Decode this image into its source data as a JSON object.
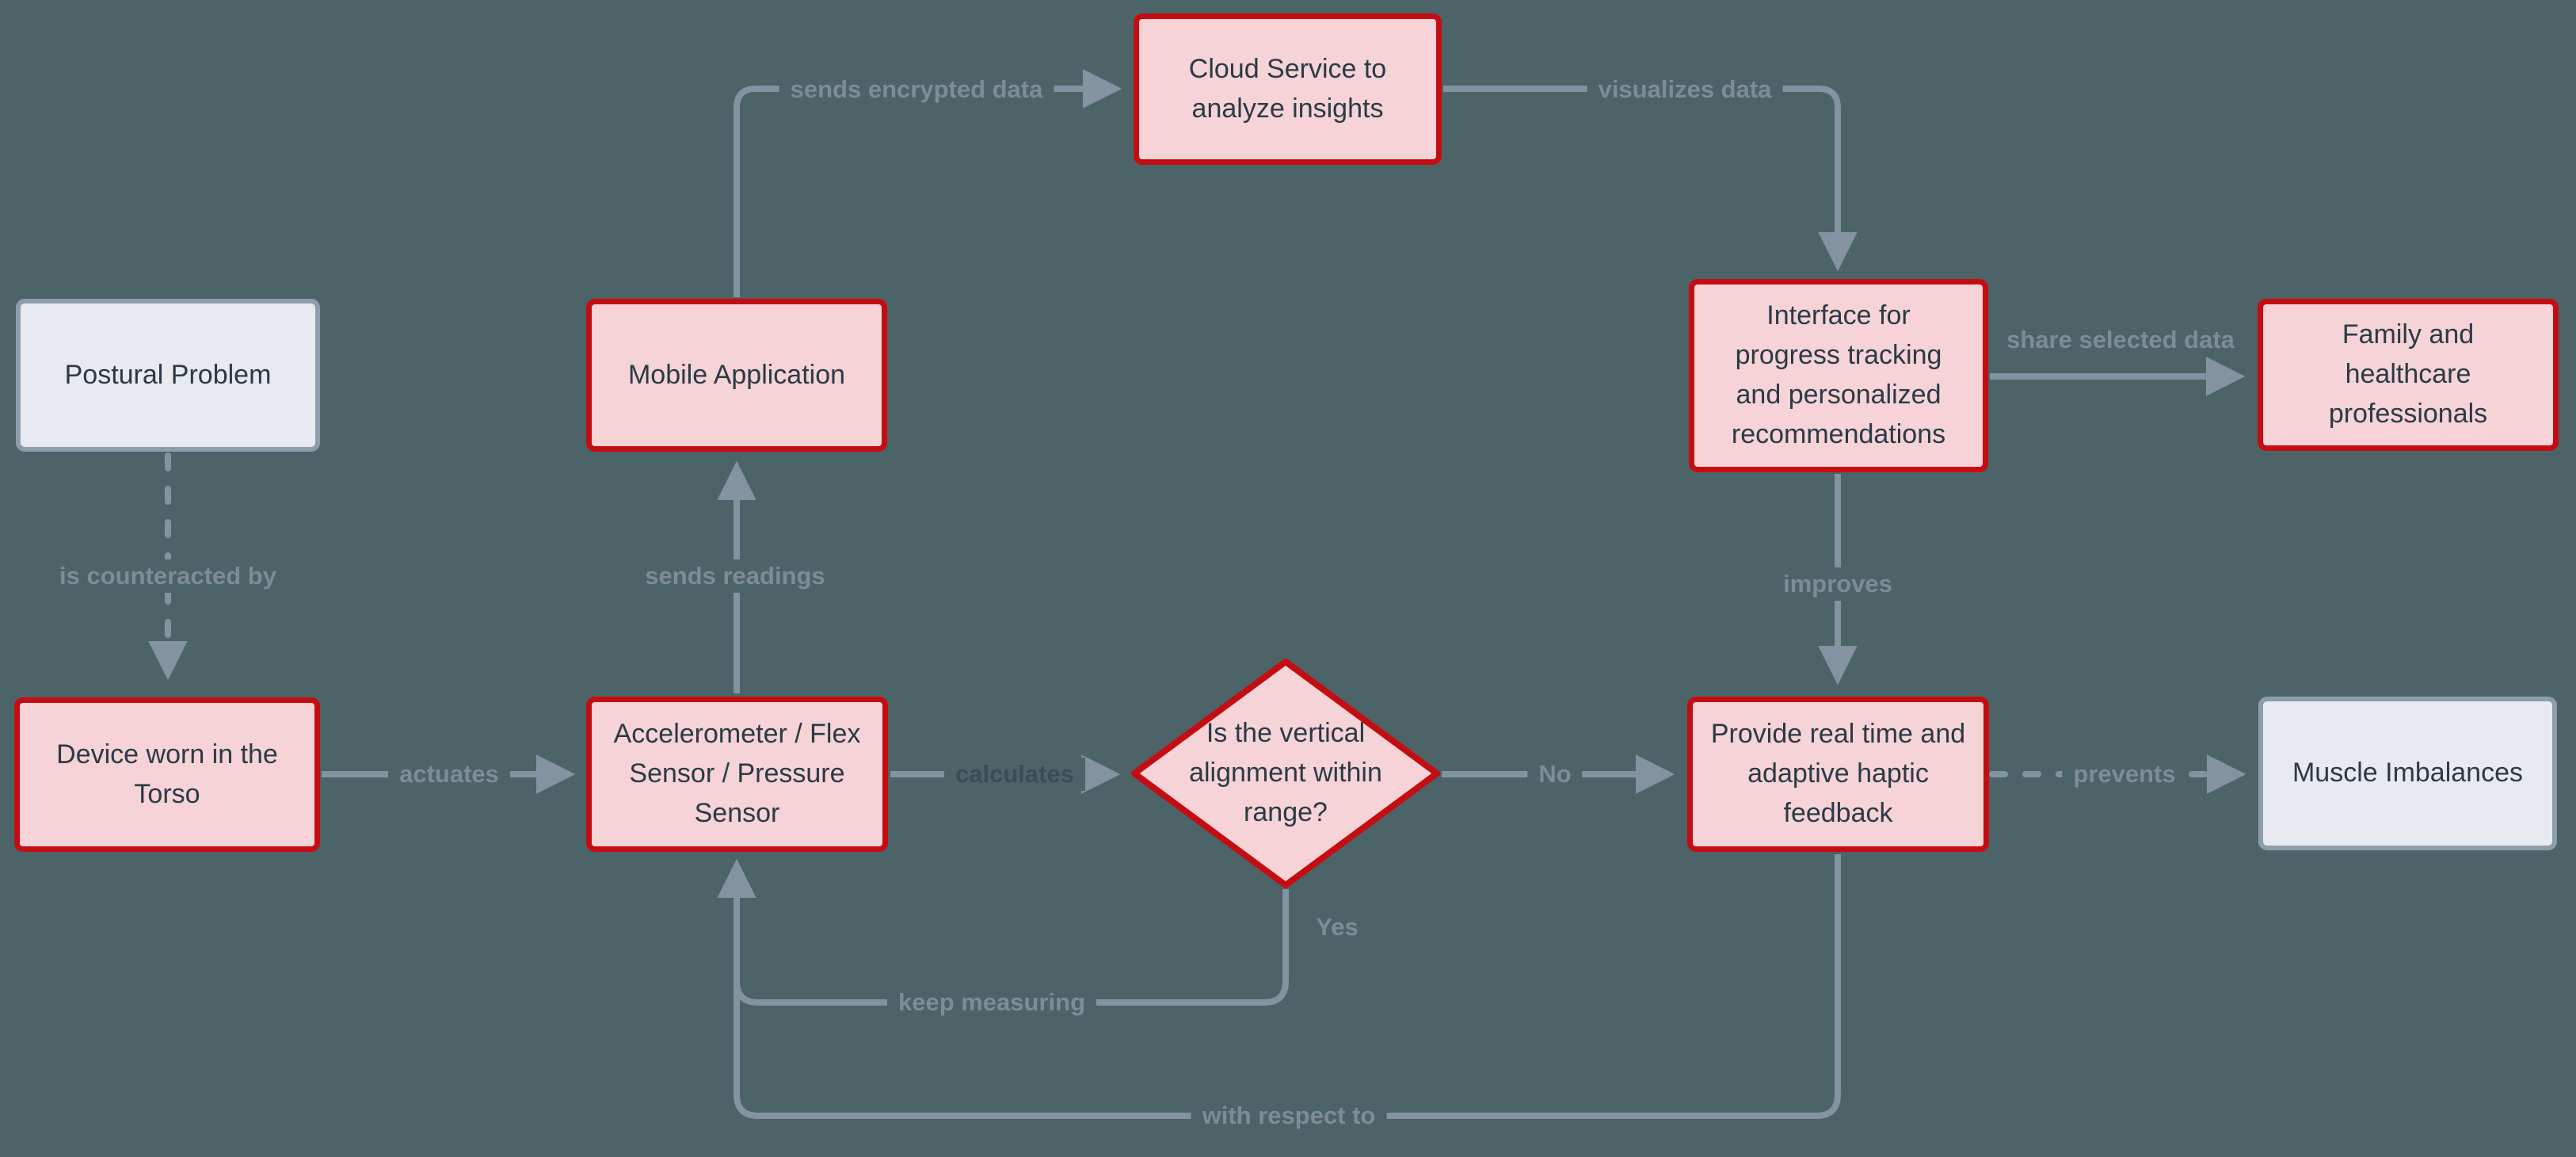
{
  "colors": {
    "background": "#4c6368",
    "edge": "#8493a1",
    "edge_label": "#7e8c99",
    "edge_label_dark": "#3c4b58",
    "node_text": "#2b3a46",
    "action_fill": "#f5d3d6",
    "action_border": "#c40d12",
    "neutral_fill": "#e7eaee",
    "neutral_border": "#8e9dab"
  },
  "nodes": {
    "postural_problem": {
      "label": "Postural Problem",
      "shape": "rect",
      "variant": "neutral"
    },
    "device_worn": {
      "label": "Device worn in the\nTorso",
      "shape": "rect",
      "variant": "action"
    },
    "mobile_application": {
      "label": "Mobile Application",
      "shape": "rect",
      "variant": "action"
    },
    "cloud_service": {
      "label": "Cloud Service to\nanalyze insights",
      "shape": "rect",
      "variant": "action"
    },
    "accelerometer": {
      "label": "Accelerometer / Flex\nSensor / Pressure\nSensor",
      "shape": "rect",
      "variant": "action"
    },
    "decision_alignment": {
      "label": "Is the vertical\nalignment within\nrange?",
      "shape": "diamond",
      "variant": "action"
    },
    "interface_progress": {
      "label": "Interface for\nprogress tracking\nand personalized\nrecommendations",
      "shape": "rect",
      "variant": "action"
    },
    "haptic_feedback": {
      "label": "Provide real time and\nadaptive haptic\nfeedback",
      "shape": "rect",
      "variant": "action"
    },
    "family_professionals": {
      "label": "Family and\nhealthcare\nprofessionals",
      "shape": "rect",
      "variant": "action"
    },
    "muscle_imbalances": {
      "label": "Muscle Imbalances",
      "shape": "rect",
      "variant": "neutral"
    }
  },
  "edge_labels": {
    "is_counteracted_by": "is counteracted by",
    "actuates": "actuates",
    "sends_readings": "sends readings",
    "sends_encrypted_data": "sends encrypted data",
    "visualizes_data": "visualizes data",
    "share_selected_data": "share selected data",
    "improves": "improves",
    "calculates": "calculates",
    "no": "No",
    "yes": "Yes",
    "prevents": "prevents",
    "keep_measuring": "keep measuring",
    "with_respect_to": "with respect to"
  }
}
